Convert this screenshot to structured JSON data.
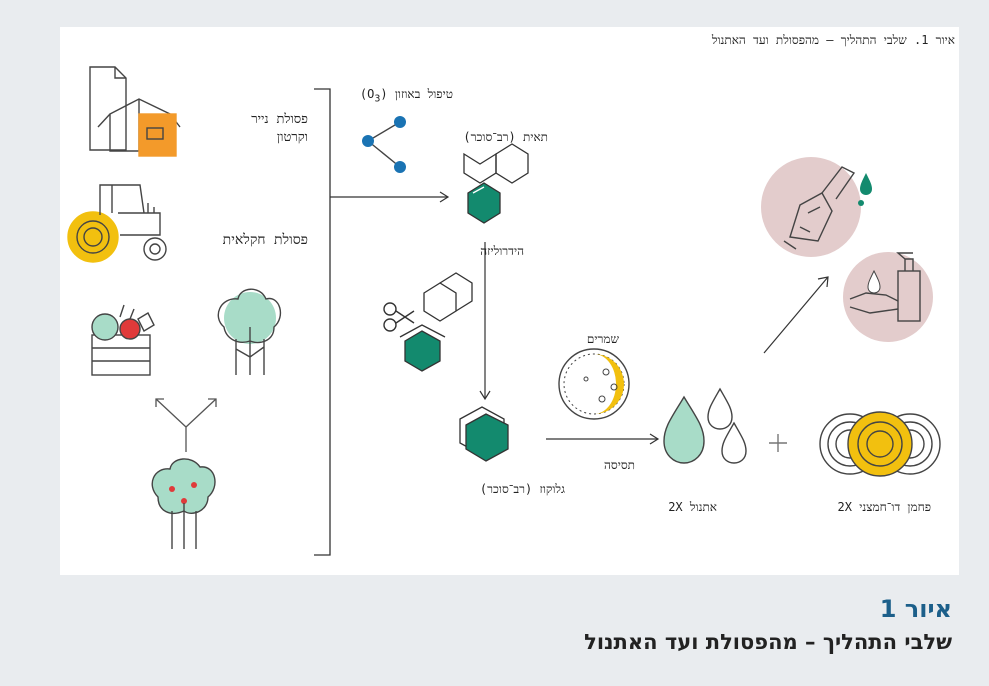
{
  "figure": {
    "header": "איור 1. שלבי התהליך – מהפסולת ועד האתנול",
    "labels": {
      "paper_waste": "פסולת נייר\nוקרטון",
      "agri_waste": "פסולת חקלאית",
      "ozone_prefix": "טיפול באוזון (O",
      "ozone_sub": "3",
      "ozone_suffix": ")",
      "cellulose": "תאית (רב־סוכר)",
      "hydrolysis": "הידרוליזה",
      "glucose": "גלוקוז (רב־סוכר)",
      "yeast": "שמרים",
      "fermentation": "תסיסה",
      "ethanol": "אתנול 2X",
      "co2": "פחמן דו־חמצני 2X"
    }
  },
  "caption": {
    "number": "איור 1",
    "text": "שלבי התהליך – מהפסולת ועד האתנול"
  },
  "colors": {
    "teal": "#138a6e",
    "mint": "#a8dcc8",
    "blue": "#1a73b3",
    "yellow": "#f2c00f",
    "orange": "#f39a2a",
    "pink": "#e3cccc",
    "red": "#e03a3a",
    "caption_blue": "#1c5f8a"
  }
}
